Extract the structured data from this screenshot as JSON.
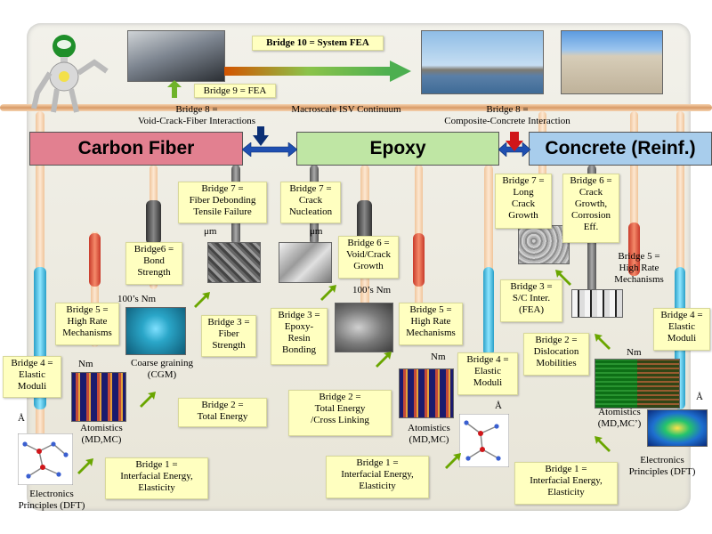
{
  "bands": {
    "carbon": {
      "label": "Carbon Fiber",
      "color": "#e28090"
    },
    "epoxy": {
      "label": "Epoxy",
      "color": "#bfe6a4"
    },
    "concrete": {
      "label": "Concrete (Reinf.)",
      "color": "#a8cdec"
    }
  },
  "top": {
    "bridge10": "Bridge 10 = System FEA",
    "bridge9": "Bridge 9 = FEA",
    "bridge8_left": "Bridge 8 =\nVoid-Crack-Fiber Interactions",
    "macroscale": "Macroscale ISV Continuum",
    "bridge8_right": "Bridge 8 =\nComposite-Concrete Interaction"
  },
  "carbon": {
    "bridge7": "Bridge 7 =\nFiber Debonding\nTensile Failure",
    "bridge6": "Bridge6 =\nBond\nStrength",
    "bridge5": "Bridge 5 =\nHigh Rate\nMechanisms",
    "bridge4": "Bridge 4 =\nElastic\nModuli",
    "bridge3": "Bridge 3 =\nFiber\nStrength",
    "bridge2": "Bridge 2 =\nTotal Energy",
    "bridge1": "Bridge 1 =\nInterfacial Energy,\nElasticity",
    "cgm": "Coarse graining\n(CGM)",
    "atomistics": "Atomistics\n(MD,MC)",
    "electronics": "Electronics\nPrinciples (DFT)",
    "scale_um": "μm",
    "scale_100nm": "100’s Nm",
    "scale_nm": "Nm",
    "scale_a": "Å"
  },
  "epoxy": {
    "bridge7": "Bridge 7 =\nCrack\nNucleation",
    "bridge6": "Bridge 6 =\nVoid/Crack\nGrowth",
    "bridge5": "Bridge 5 =\nHigh Rate\nMechanisms",
    "bridge4": "Bridge 4 =\nElastic\nModuli",
    "bridge3": "Bridge 3 =\nEpoxy-\nResin\nBonding",
    "bridge2": "Bridge 2 =\nTotal Energy\n/Cross Linking",
    "bridge1": "Bridge 1 =\nInterfacial Energy,\nElasticity",
    "atomistics": "Atomistics\n(MD,MC)",
    "scale_um": "μm",
    "scale_100nm": "100’s Nm",
    "scale_nm": "Nm",
    "scale_a": "Å"
  },
  "concrete": {
    "bridge7": "Bridge 7 =\nLong\nCrack\nGrowth",
    "bridge6": "Bridge 6 =\nCrack\nGrowth,\nCorrosion\nEff.",
    "bridge5": "Bridge 5 =\nHigh Rate\nMechanisms",
    "bridge4": "Bridge 4 =\nElastic\nModuli",
    "bridge3": "Bridge 3 =\nS/C Inter.\n(FEA)",
    "bridge2": "Bridge 2 =\nDislocation\nMobilities",
    "bridge1": "Bridge 1 =\nInterfacial Energy,\nElasticity",
    "atomistics": "Atomistics\n(MD,MC’)",
    "electronics": "Electronics\nPrinciples (DFT)",
    "scale_nm": "Nm",
    "scale_a": "Å"
  },
  "colors": {
    "label_bg": "#ffffc0",
    "arrow_green": "#6aa600",
    "arrow_blue": "#1f4fb0",
    "arrow_red": "#d0161a"
  }
}
